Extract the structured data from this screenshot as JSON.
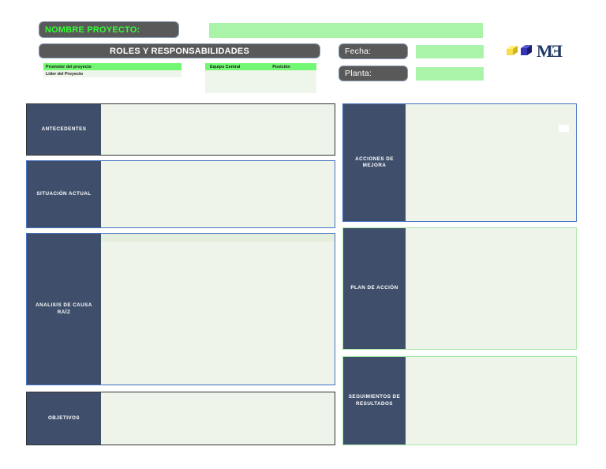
{
  "header": {
    "project_name_label": "NOMBRE PROYECTO:",
    "project_name_value": "",
    "roles_header": "ROLES Y RESPONSABILIDADES",
    "fecha_label": "Fecha:",
    "fecha_value": "",
    "planta_label": "Planta:",
    "planta_value": ""
  },
  "roles": {
    "rows": [
      {
        "label": "Promotor del proyecto",
        "value": ""
      },
      {
        "label": "Líder del Proyecto",
        "value": ""
      }
    ],
    "team_table": {
      "columns": [
        "Equipo Central",
        "Posición"
      ],
      "rows": []
    }
  },
  "logo": {
    "text": "MƎ",
    "name": "m3-logo",
    "cube_yellow": "#f2d024",
    "cube_blue": "#2d2d9e",
    "wordmark_color": "#1f3864"
  },
  "panels": {
    "left": [
      {
        "name": "antecedentes",
        "label": "ANTECEDENTES",
        "content": "",
        "border": "dark"
      },
      {
        "name": "situacion",
        "label": "SITUACIÓN ACTUAL",
        "content": "",
        "border": "blue"
      },
      {
        "name": "analisis",
        "label": "ANALISIS DE CAUSA RAÍZ",
        "content": "",
        "border": "blue"
      },
      {
        "name": "objetivos",
        "label": "OBJETIVOS",
        "content": "",
        "border": "dark"
      }
    ],
    "right": [
      {
        "name": "acciones",
        "label": "ACCIONES DE MEJORA",
        "content": "",
        "border": "blue"
      },
      {
        "name": "plan",
        "label": "PLAN DE ACCIÓN",
        "content": "",
        "border": "green"
      },
      {
        "name": "seguimientos",
        "label": "SEGUIMIENTOS DE RESULTADOS",
        "content": "",
        "border": "green"
      }
    ]
  },
  "colors": {
    "label_block": "#3f4f6b",
    "panel_body": "#eef4ea",
    "pill": "#595959",
    "green_field": "#aaf4aa",
    "bright_green": "#72f772",
    "accent_blue": "#4472c4"
  }
}
